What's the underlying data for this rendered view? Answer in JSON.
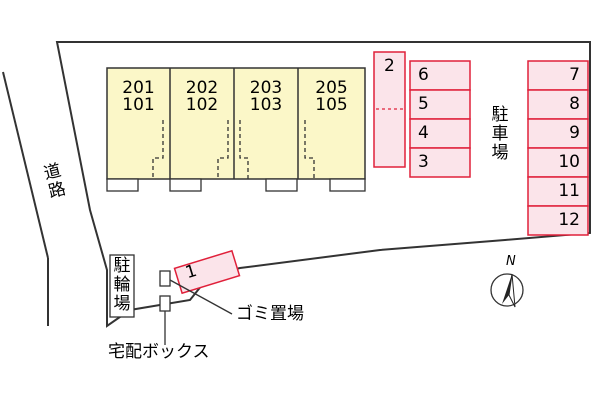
{
  "road": {
    "label_top": "道",
    "label_bottom": "路"
  },
  "building": {
    "units": [
      {
        "upper": "201",
        "lower": "101"
      },
      {
        "upper": "202",
        "lower": "102"
      },
      {
        "upper": "203",
        "lower": "103"
      },
      {
        "upper": "205",
        "lower": "105"
      }
    ]
  },
  "parking": {
    "label": [
      "駐",
      "車",
      "場"
    ],
    "spaces": [
      "1",
      "2",
      "3",
      "4",
      "5",
      "6",
      "7",
      "8",
      "9",
      "10",
      "11",
      "12"
    ]
  },
  "bicycle_parking": {
    "label": [
      "駐",
      "輪",
      "場"
    ]
  },
  "garbage": {
    "label": "ゴミ置場"
  },
  "delivery_box": {
    "label": "宅配ボックス"
  },
  "compass": {
    "label": "N"
  },
  "colors": {
    "building_fill": "#fbf7c8",
    "parking_fill": "#fbe4ea",
    "parking_stroke": "#e0203a",
    "outline": "#333333"
  }
}
